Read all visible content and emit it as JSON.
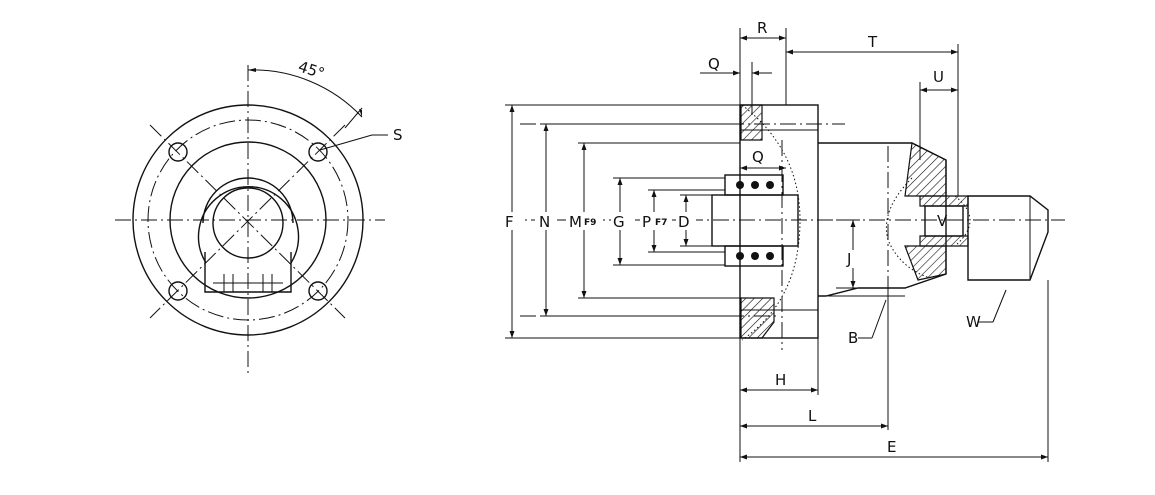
{
  "angle_label": "45°",
  "front_view": {
    "hole_label": "S"
  },
  "side_view": {
    "labels": {
      "R": "R",
      "T": "T",
      "Q_top": "Q",
      "U": "U",
      "Q_mid": "Q",
      "V": "V",
      "F": "F",
      "N": "N",
      "M": "M",
      "M_sub": "F9",
      "G": "G",
      "P": "P",
      "P_sub": "F7",
      "D": "D",
      "J": "J",
      "B": "B",
      "W": "W",
      "H": "H",
      "L": "L",
      "E": "E"
    }
  }
}
